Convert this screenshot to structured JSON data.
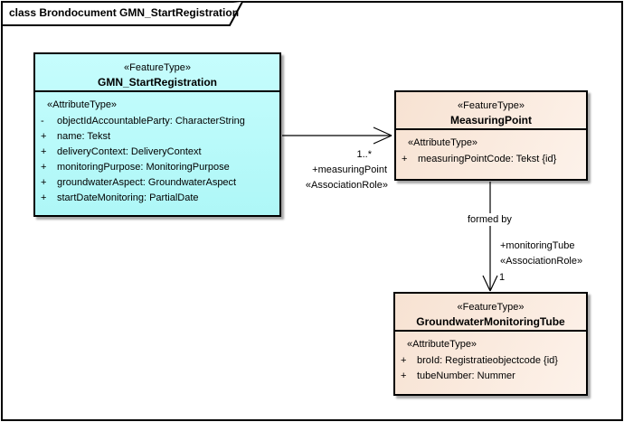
{
  "frame": {
    "title": "class Brondocument GMN_StartRegistration"
  },
  "classes": {
    "gmn": {
      "stereotype": "«FeatureType»",
      "name": "GMN_StartRegistration",
      "attr_header": "«AttributeType»",
      "fill": "#aef7f7",
      "attributes": [
        {
          "vis": "-",
          "text": "objectIdAccountableParty: CharacterString"
        },
        {
          "vis": "+",
          "text": "name: Tekst"
        },
        {
          "vis": "+",
          "text": "deliveryContext: DeliveryContext"
        },
        {
          "vis": "+",
          "text": "monitoringPurpose: MonitoringPurpose"
        },
        {
          "vis": "+",
          "text": "groundwaterAspect: GroundwaterAspect"
        },
        {
          "vis": "+",
          "text": "startDateMonitoring: PartialDate"
        }
      ]
    },
    "measuring_point": {
      "stereotype": "«FeatureType»",
      "name": "MeasuringPoint",
      "attr_header": "«AttributeType»",
      "fill": "#f9e6d8",
      "attributes": [
        {
          "vis": "+",
          "text": "measuringPointCode: Tekst {id}"
        }
      ]
    },
    "monitoring_tube": {
      "stereotype": "«FeatureType»",
      "name": "GroundwaterMonitoringTube",
      "attr_header": "«AttributeType»",
      "fill": "#f9e6d8",
      "attributes": [
        {
          "vis": "+",
          "text": "broId: Registratieobjectcode {id}"
        },
        {
          "vis": "+",
          "text": "tubeNumber: Nummer"
        }
      ]
    }
  },
  "associations": {
    "measuring_point": {
      "multiplicity": "1..*",
      "role": "+measuringPoint",
      "stereotype": "«AssociationRole»"
    },
    "monitoring_tube": {
      "name": "formed by",
      "role": "+monitoringTube",
      "stereotype": "«AssociationRole»",
      "multiplicity": "1"
    }
  },
  "colors": {
    "border": "#000000",
    "cyan_fill": "#aef7f7",
    "tan_fill": "#f9e6d8",
    "background": "#ffffff"
  }
}
